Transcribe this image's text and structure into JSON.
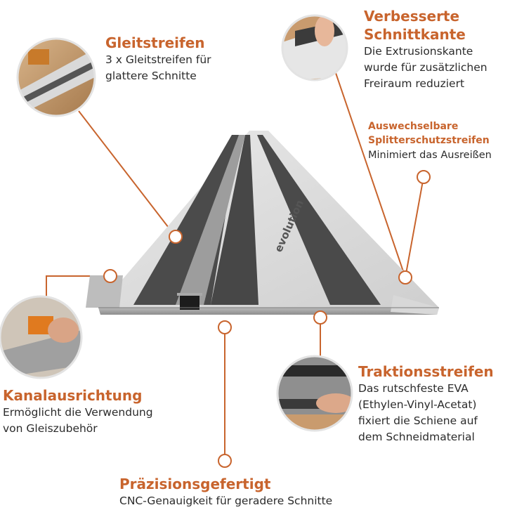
{
  "accent_color": "#c8642d",
  "rail_logo": "evolution",
  "features": {
    "gleitstreifen": {
      "title": "Gleitstreifen",
      "desc": [
        "3 x Gleitstreifen für",
        "glattere Schnitte"
      ]
    },
    "schnittkante": {
      "title": [
        "Verbesserte",
        "Schnittkante"
      ],
      "desc": [
        "Die Extrusionskante",
        "wurde für zusätzlichen",
        "Freiraum reduziert"
      ]
    },
    "splitterschutz": {
      "title": [
        "Auswechselbare",
        "Splitterschutzstreifen"
      ],
      "desc": [
        "Minimiert das Ausreißen"
      ]
    },
    "kanal": {
      "title": "Kanalausrichtung",
      "desc": [
        "Ermöglicht die Verwendung",
        "von Gleiszubehör"
      ]
    },
    "traktion": {
      "title": "Traktionsstreifen",
      "desc": [
        "Das rutschfeste EVA",
        "(Ethylen-Vinyl-Acetat)",
        "fixiert die Schiene auf",
        "dem Schneidmaterial"
      ]
    },
    "praezision": {
      "title": "Präzisionsgefertigt",
      "desc": [
        "CNC-Genauigkeit für geradere Schnitte"
      ]
    }
  }
}
